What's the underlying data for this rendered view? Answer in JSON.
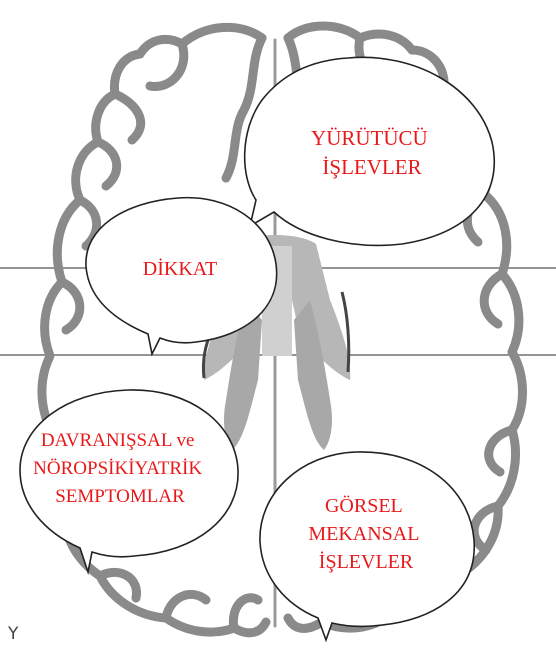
{
  "diagram": {
    "labels": {
      "executive": [
        "YÜRÜTÜCÜ",
        "İŞLEVLER"
      ],
      "attention": [
        "DİKKAT"
      ],
      "behavioral": [
        "DAVRANIŞSAL ve",
        "NÖROPSİKİYATRİK",
        "SEMPTOMLAR"
      ],
      "visuospatial": [
        "GÖRSEL",
        "MEKANSAL",
        "İŞLEVLER"
      ]
    },
    "corner_mark": "Y"
  },
  "colors": {
    "label": "#e8191b",
    "cortex": "#8a8a8a",
    "ventricle": "#b7b7b7",
    "bubble_fill": "#ffffff",
    "bubble_stroke": "#222222"
  }
}
